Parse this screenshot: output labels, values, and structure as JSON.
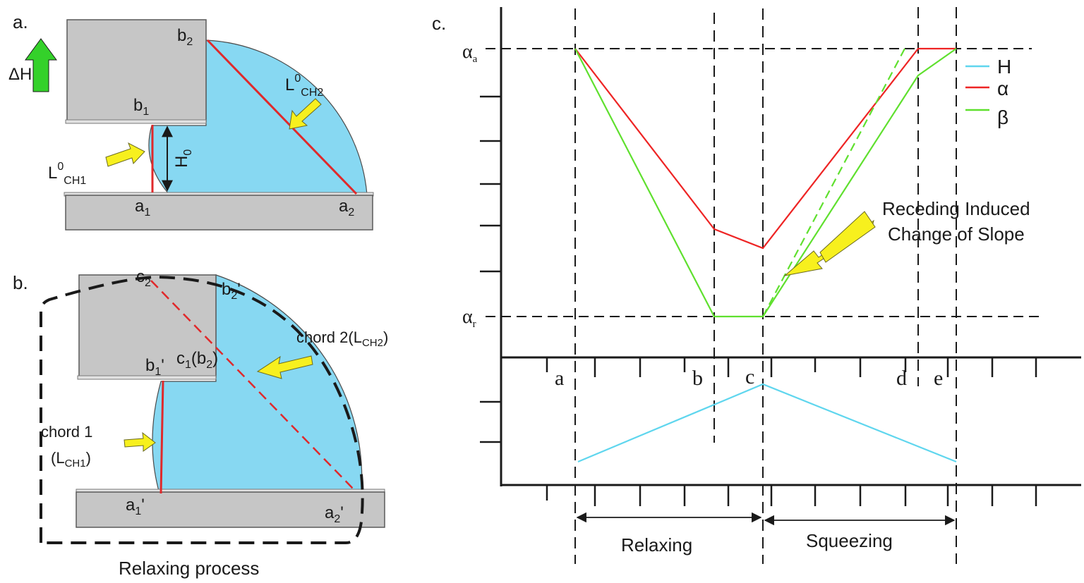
{
  "colors": {
    "plate": "#c6c6c6",
    "plate_stroke": "#5a5a5a",
    "liquid": "#87d8f2",
    "chord": "#e0292b",
    "pointer_arrow": "#f7f01e",
    "up_arrow": "#34d12a",
    "H_line": "#5fd6ee",
    "alpha_line": "#ee2424",
    "beta_line": "#5fe02e"
  },
  "panel_a": {
    "label": "a.",
    "delta_h": "ΔH",
    "b2": "b",
    "b2_sub": "2",
    "b1": "b",
    "b1_sub": "1",
    "a1": "a",
    "a1_sub": "1",
    "a2": "a",
    "a2_sub": "2",
    "h0": "H",
    "h0_sub": "0",
    "lch1": "L",
    "lch1_sup": "0",
    "lch1_sub": "CH1",
    "lch2": "L",
    "lch2_sup": "0",
    "lch2_sub": "CH2"
  },
  "panel_b": {
    "label": "b.",
    "c2": "c",
    "c2_sub": "2",
    "b2p": "b",
    "b2p_sub": "2",
    "b2p_prime": "'",
    "b1p": "b",
    "b1p_sub": "1",
    "b1p_prime": "'",
    "c1b2": "c",
    "c1b2_sub": "1",
    "c1b2_open": "(b",
    "c1b2_sub2": "2",
    "c1b2_close": ")",
    "chord2": "chord 2(L",
    "chord2_sub": "CH2",
    "chord2_close": ")",
    "chord1_line1": "chord 1",
    "chord1_line2": "(L",
    "chord1_sub": "CH1",
    "chord1_close": ")",
    "a1p": "a",
    "a1p_sub": "1",
    "a1p_prime": "'",
    "a2p": "a",
    "a2p_sub": "2",
    "a2p_prime": "'",
    "caption": "Relaxing process"
  },
  "panel_c": {
    "label": "c.",
    "alpha_a": "α",
    "alpha_a_sub": "a",
    "alpha_r": "α",
    "alpha_r_sub": "r",
    "legend": [
      {
        "name": "H",
        "color": "#5fd6ee"
      },
      {
        "name": "α",
        "color": "#ee2424"
      },
      {
        "name": "β",
        "color": "#5fe02e"
      }
    ],
    "annotation_line1": "Receding Induced",
    "annotation_line2": "Change of Slope",
    "stage_labels": [
      "a",
      "b",
      "c",
      "d",
      "e"
    ],
    "relaxing": "Relaxing",
    "squeezing": "Squeezing"
  }
}
